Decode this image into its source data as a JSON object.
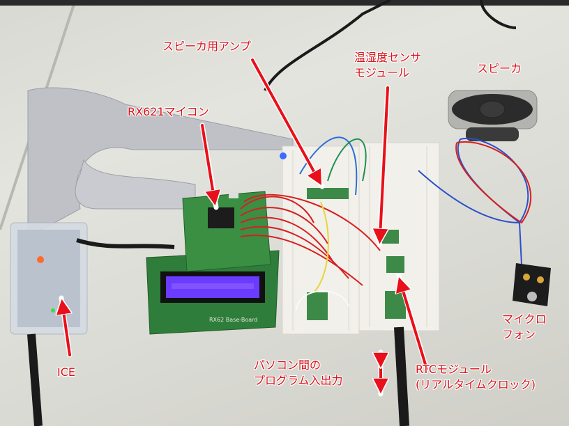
{
  "photo": {
    "subject": "RX621 microcontroller prototype on breadboard",
    "board_silkscreen": "RX62 Base-Board"
  },
  "labels": {
    "speaker_amp": "スピーカ用アンプ",
    "temp_humidity_line1": "温湿度センサ",
    "temp_humidity_line2": "モジュール",
    "speaker": "スピーカ",
    "rx621": "RX621マイコン",
    "microphone_line1": "マイクロ",
    "microphone_line2": "フォン",
    "ice": "ICE",
    "pc_io_line1": "パソコン間の",
    "pc_io_line2": "プログラム入出力",
    "rtc_line1": "RTCモジュール",
    "rtc_line2": "(リアルタイムクロック)"
  },
  "colors": {
    "annotation_red": "#d8141c",
    "pcb_green": "#2f7d3a",
    "lcd_purple": "#6a3cff",
    "breadboard": "#f2f0ea",
    "ribbon_gray": "#b9bbc0"
  }
}
